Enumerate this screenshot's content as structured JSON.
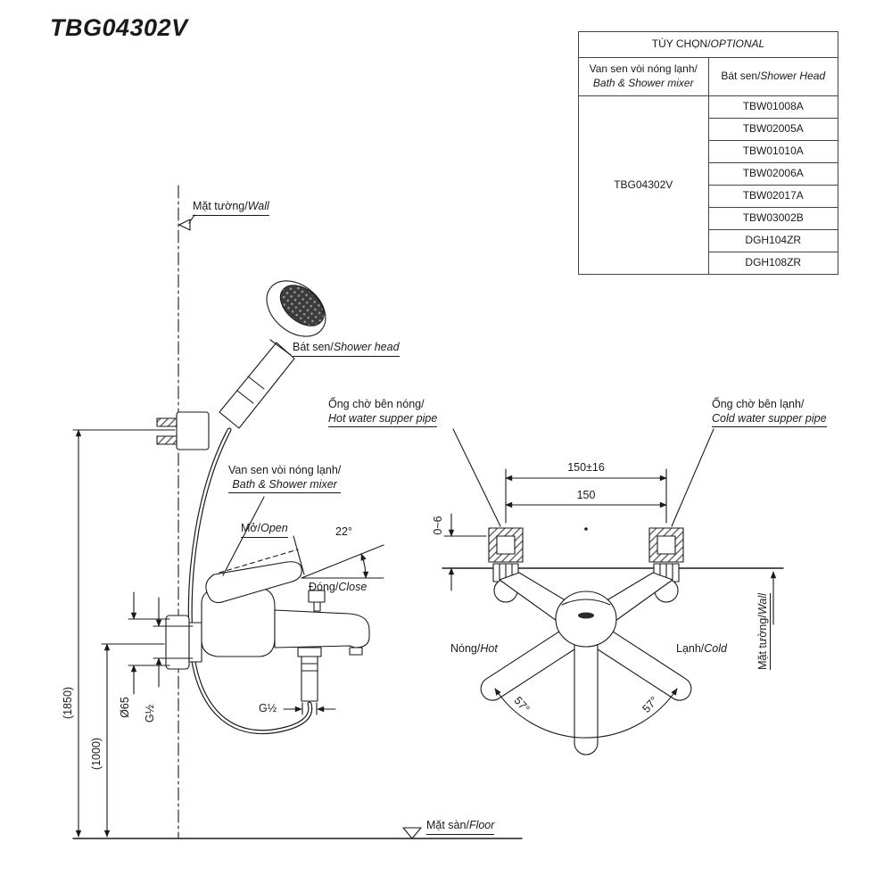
{
  "title": "TBG04302V",
  "table": {
    "header": {
      "vi": "TÙY CHỌN/",
      "en": "OPTIONAL"
    },
    "col_mixer": {
      "vi": "Van sen vòi nóng lạnh/",
      "en": "Bath & Shower mixer"
    },
    "col_head": {
      "vi": "Bát sen/",
      "en": "Shower Head"
    },
    "product": "TBG04302V",
    "shower_heads": [
      "TBW01008A",
      "TBW02005A",
      "TBW01010A",
      "TBW02006A",
      "TBW02017A",
      "TBW03002B",
      "DGH104ZR",
      "DGH108ZR"
    ]
  },
  "labels": {
    "wall_left": {
      "vi": "Mặt tường/",
      "en": "Wall"
    },
    "shower_head": {
      "vi": "Bát sen/",
      "en": "Shower head"
    },
    "mixer": {
      "vi": "Van sen vòi nóng lạnh/",
      "en": "Bath & Shower mixer"
    },
    "open": {
      "vi": "Mở/",
      "en": "Open"
    },
    "close": {
      "vi": "Đóng/",
      "en": "Close"
    },
    "floor": {
      "vi": "Mặt sàn/",
      "en": "Floor"
    },
    "hot_pipe": {
      "vi": "Ống chờ bên nóng/",
      "en": "Hot water supper pipe"
    },
    "cold_pipe": {
      "vi": "Ống chờ bên lạnh/",
      "en": "Cold water supper pipe"
    },
    "hot": {
      "vi": "Nóng/",
      "en": "Hot"
    },
    "cold": {
      "vi": "Lạnh/",
      "en": "Cold"
    },
    "wall_right": {
      "vi": "Mặt tường/",
      "en": "Wall"
    }
  },
  "dimensions": {
    "height_total": "(1850)",
    "height_outlet": "(1000)",
    "escutcheon_diameter": "Ø65",
    "wall_thread": "G½",
    "outlet_thread": "G½",
    "open_angle": "22°",
    "pipe_span_tolerance": "150±16",
    "pipe_span": "150",
    "wall_gap": "0~6",
    "swing_left": "57°",
    "swing_right": "57°"
  }
}
